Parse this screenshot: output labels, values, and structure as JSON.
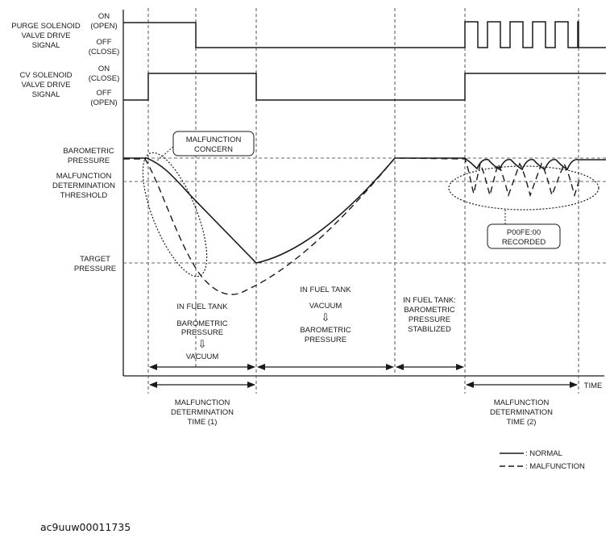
{
  "signals": {
    "purge": {
      "name": [
        "PURGE SOLENOID",
        "VALVE DRIVE",
        "SIGNAL"
      ],
      "on": [
        "ON",
        "(OPEN)"
      ],
      "off": [
        "OFF",
        "(CLOSE)"
      ]
    },
    "cv": {
      "name": [
        "CV SOLENOID",
        "VALVE DRIVE",
        "SIGNAL"
      ],
      "on": [
        "ON",
        "(CLOSE)"
      ],
      "off": [
        "OFF",
        "(OPEN)"
      ]
    }
  },
  "pressure_levels": {
    "barometric": [
      "BAROMETRIC",
      "PRESSURE"
    ],
    "threshold": [
      "MALFUNCTION",
      "DETERMINATION",
      "THRESHOLD"
    ],
    "target": [
      "TARGET",
      "PRESSURE"
    ]
  },
  "callouts": {
    "concern": [
      "MALFUNCTION",
      "CONCERN"
    ],
    "recorded": [
      "P00FE:00",
      "RECORDED"
    ]
  },
  "phases": {
    "phase1": [
      "IN FUEL TANK",
      "BAROMETRIC",
      "PRESSURE",
      "VACUUM"
    ],
    "phase2": [
      "IN FUEL TANK",
      "VACUUM",
      "BAROMETRIC",
      "PRESSURE"
    ],
    "phase3": [
      "IN FUEL TANK:",
      "BAROMETRIC",
      "PRESSURE",
      "STABILIZED"
    ],
    "arrow_glyph": "⇩"
  },
  "time_label": "TIME",
  "determination_times": {
    "time1": [
      "MALFUNCTION",
      "DETERMINATION",
      "TIME (1)"
    ],
    "time2": [
      "MALFUNCTION",
      "DETERMINATION",
      "TIME (2)"
    ]
  },
  "legend": {
    "normal": ": NORMAL",
    "malfunction": ": MALFUNCTION"
  },
  "document_id": "ac9uuw00011735"
}
